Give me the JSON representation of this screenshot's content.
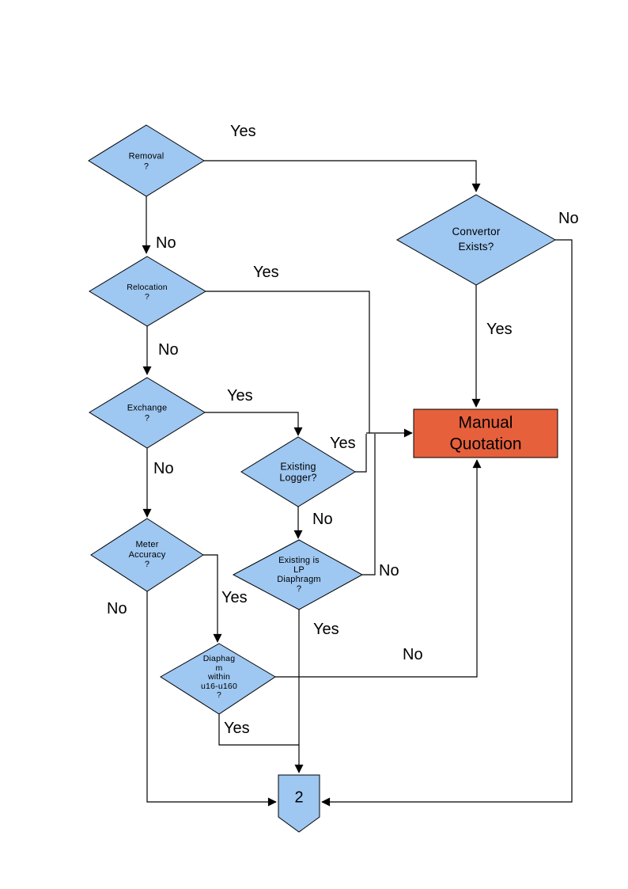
{
  "diagram": {
    "type": "flowchart",
    "colors": {
      "background": "#FFFFFF",
      "node_fill": "#9EC7F1",
      "highlight_fill": "#E6603C",
      "line": "#000000",
      "text": "#000000"
    },
    "nodes": {
      "removal": {
        "shape": "decision",
        "label": "Removal\n?"
      },
      "relocation": {
        "shape": "decision",
        "label": "Relocation\n?"
      },
      "exchange": {
        "shape": "decision",
        "label": "Exchange\n?"
      },
      "meter_accuracy": {
        "shape": "decision",
        "label": "Meter\nAccuracy\n?"
      },
      "convertor_exists": {
        "shape": "decision",
        "label": "Convertor\nExists?"
      },
      "existing_logger": {
        "shape": "decision",
        "label": "Existing\nLogger?"
      },
      "existing_lp_diaphragm": {
        "shape": "decision",
        "label": "Existing is\nLP\nDiaphragm\n?"
      },
      "diaphragm_within": {
        "shape": "decision",
        "label": "Diaphag\nm\nwithin\nu16-u160\n?"
      },
      "manual_quotation": {
        "shape": "process",
        "label": "Manual\nQuotation"
      },
      "connector_2": {
        "shape": "off-page-connector",
        "label": "2"
      }
    },
    "edge_labels": {
      "removal_yes": "Yes",
      "removal_no": "No",
      "relocation_yes": "Yes",
      "relocation_no": "No",
      "exchange_yes": "Yes",
      "exchange_no": "No",
      "existing_logger_yes": "Yes",
      "existing_logger_no": "No",
      "meter_accuracy_yes": "Yes",
      "meter_accuracy_no": "No",
      "lp_diaphragm_yes": "Yes",
      "lp_diaphragm_no": "No",
      "diaphragm_within_yes": "Yes",
      "diaphragm_within_no": "No",
      "convertor_yes": "Yes",
      "convertor_no": "No"
    }
  }
}
